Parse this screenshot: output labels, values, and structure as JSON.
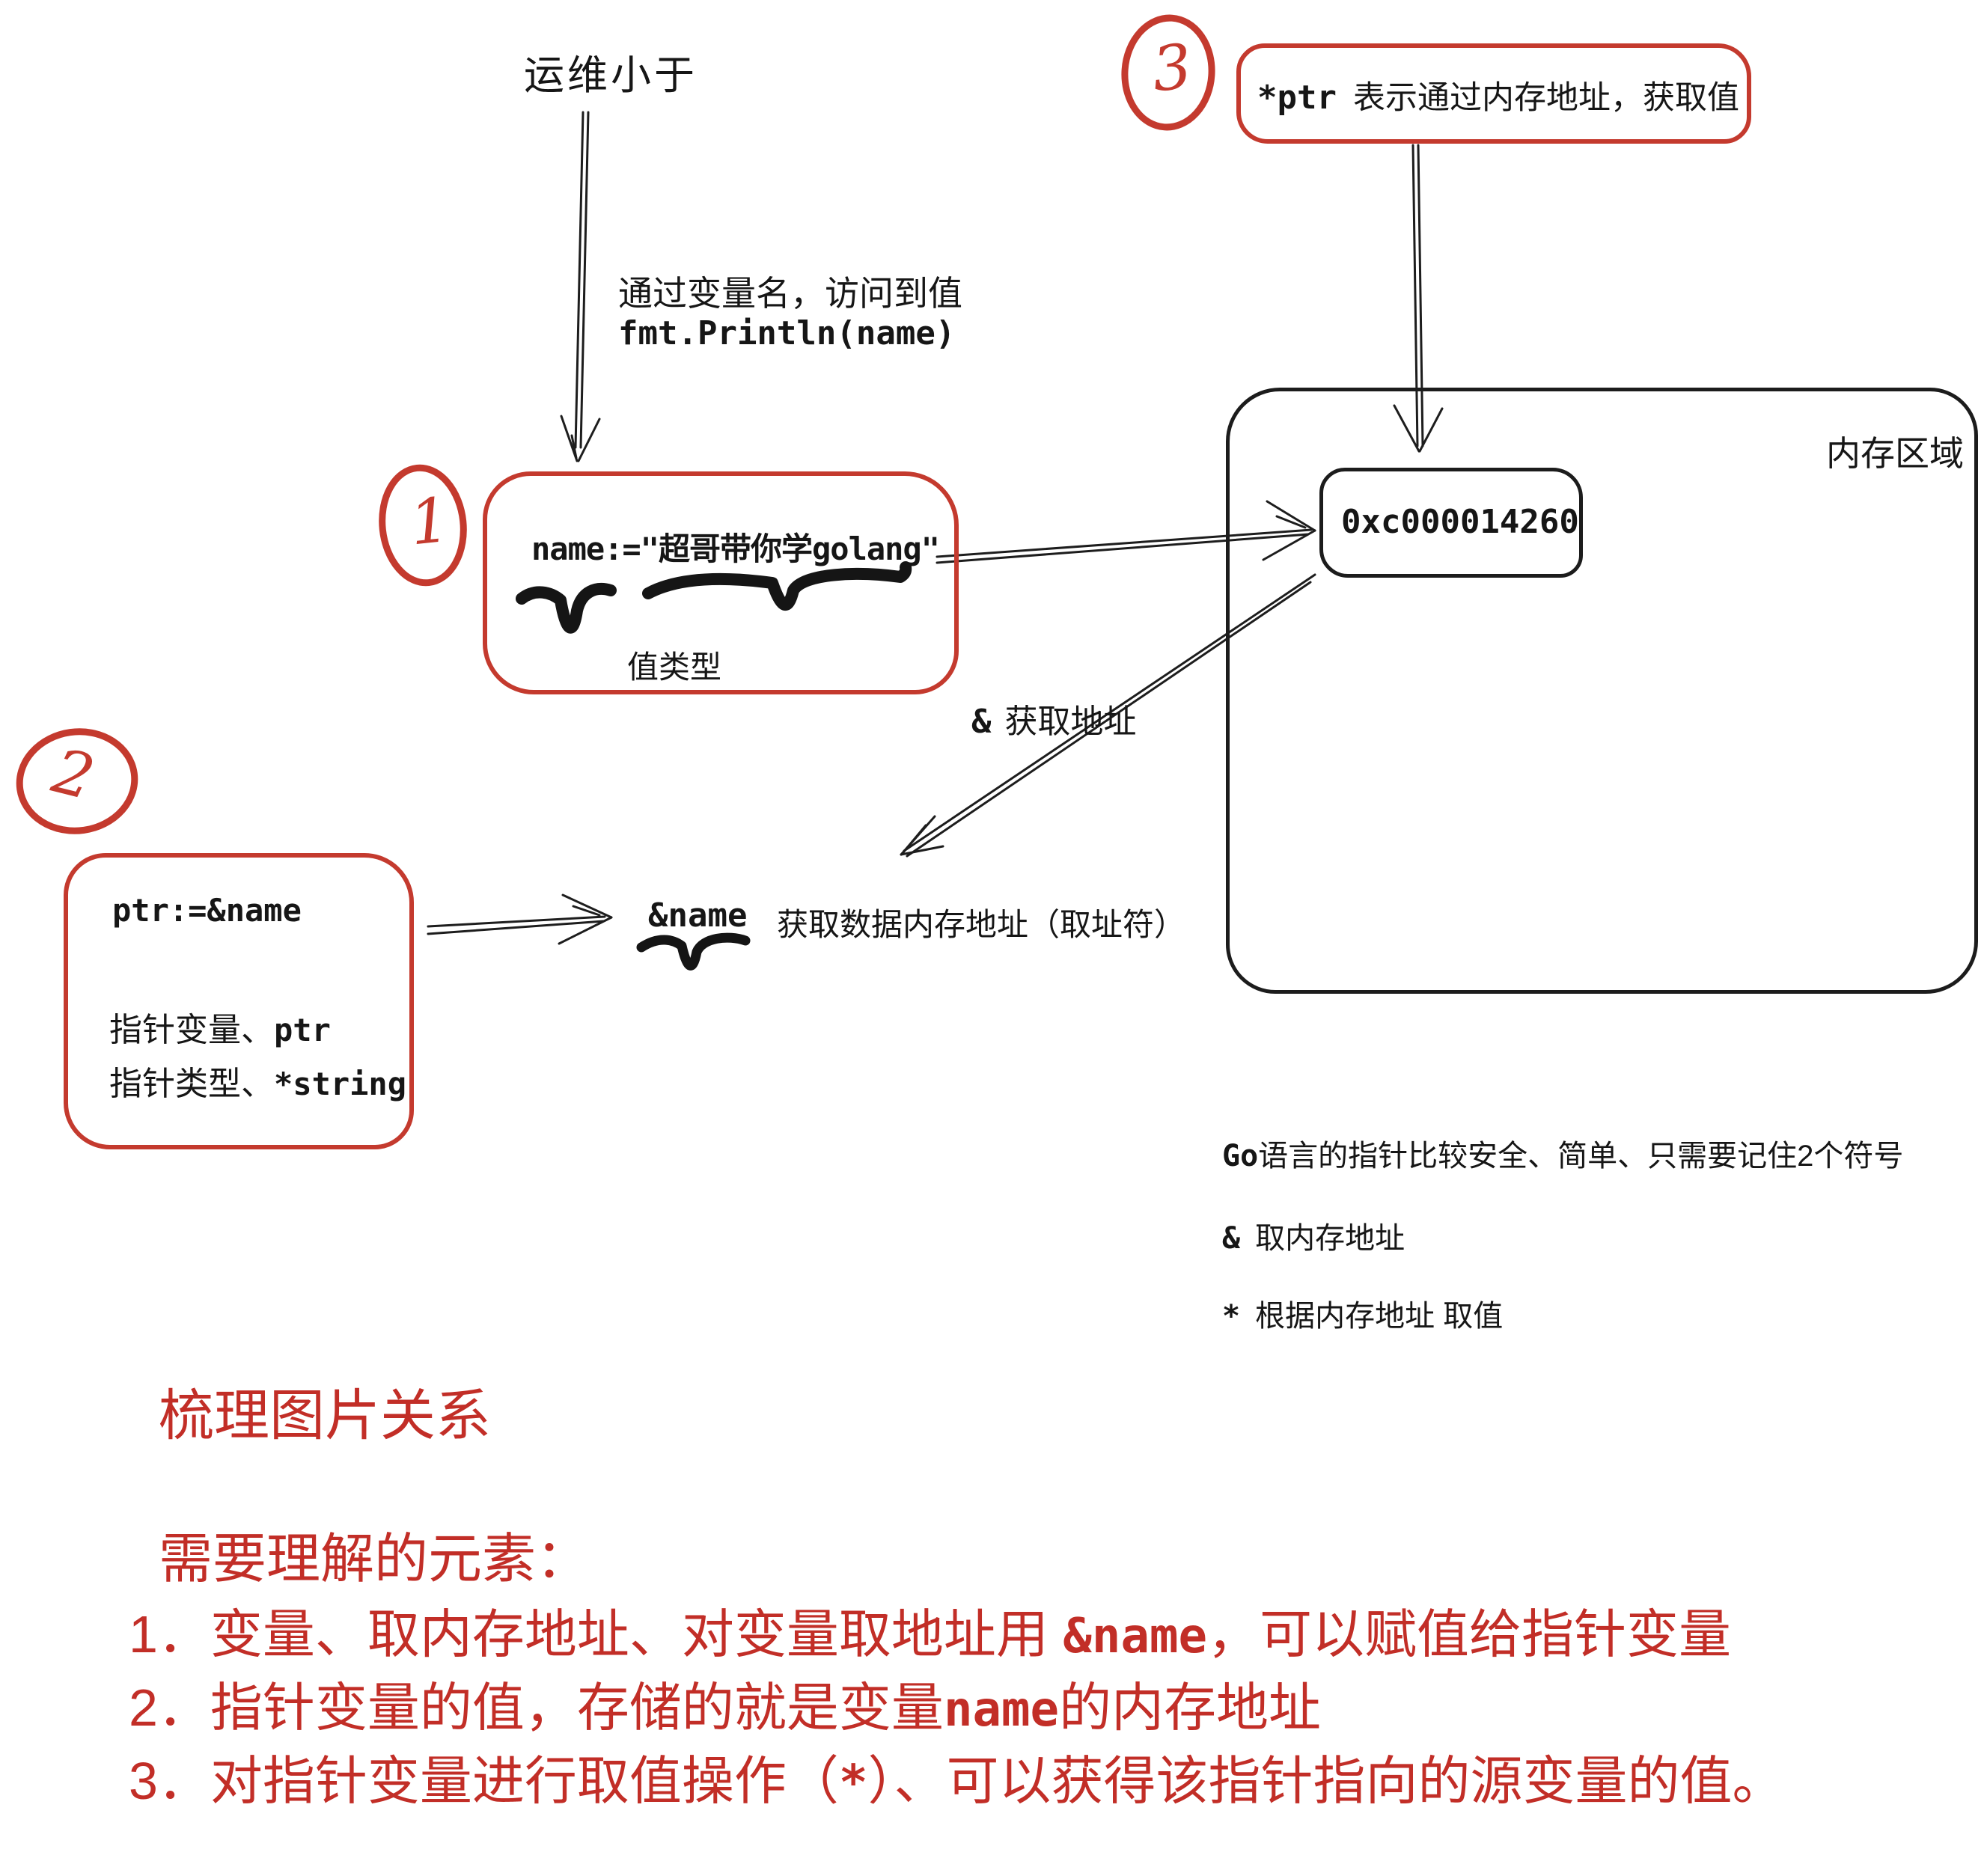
{
  "palette": {
    "red_ink": "#c43a2e",
    "red_text": "#c22e27",
    "black_ink": "#1a1a1a"
  },
  "watermark": "运维小于",
  "flow": {
    "access_line1": "通过变量名，访问到值",
    "access_line2": "fmt.Println(name)",
    "get_addr_symbol": "&",
    "get_addr_text": "获取地址"
  },
  "box1": {
    "badge": "1",
    "code": "name:=\"超哥带你学golang\"",
    "caption": "值类型"
  },
  "box2": {
    "badge": "2",
    "code": "ptr:=&name",
    "row1_text": "指针变量、",
    "row1_code": "ptr",
    "row2_text": "指针类型、",
    "row2_code": "*string"
  },
  "box3": {
    "badge": "3",
    "code": "*ptr",
    "text": "表示通过内存地址，获取值"
  },
  "memory": {
    "title": "内存区域",
    "address": "0xc000014260"
  },
  "amp": {
    "code": "&name",
    "desc": "获取数据内存地址（取址符）"
  },
  "notes": {
    "l1_code": "Go",
    "l1_text": "语言的指针比较安全、简单、只需要记住2个符号",
    "l2_code": "&",
    "l2_text": "取内存地址",
    "l3_code": "*",
    "l3_text": "根据内存地址 取值"
  },
  "summary": {
    "title": "梳理图片关系",
    "subtitle": "需要理解的元素：",
    "items": [
      {
        "pre": "1．变量、取内存地址、对变量取地址用 ",
        "code": "&name",
        "post": "，可以赋值给指针变量"
      },
      {
        "pre": "2．指针变量的值，存储的就是变量",
        "code": "name",
        "post": "的内存地址"
      },
      {
        "pre": "3．对指针变量进行取值操作（",
        "code": "*",
        "post": "）、可以获得该指针指向的源变量的值。"
      }
    ]
  }
}
